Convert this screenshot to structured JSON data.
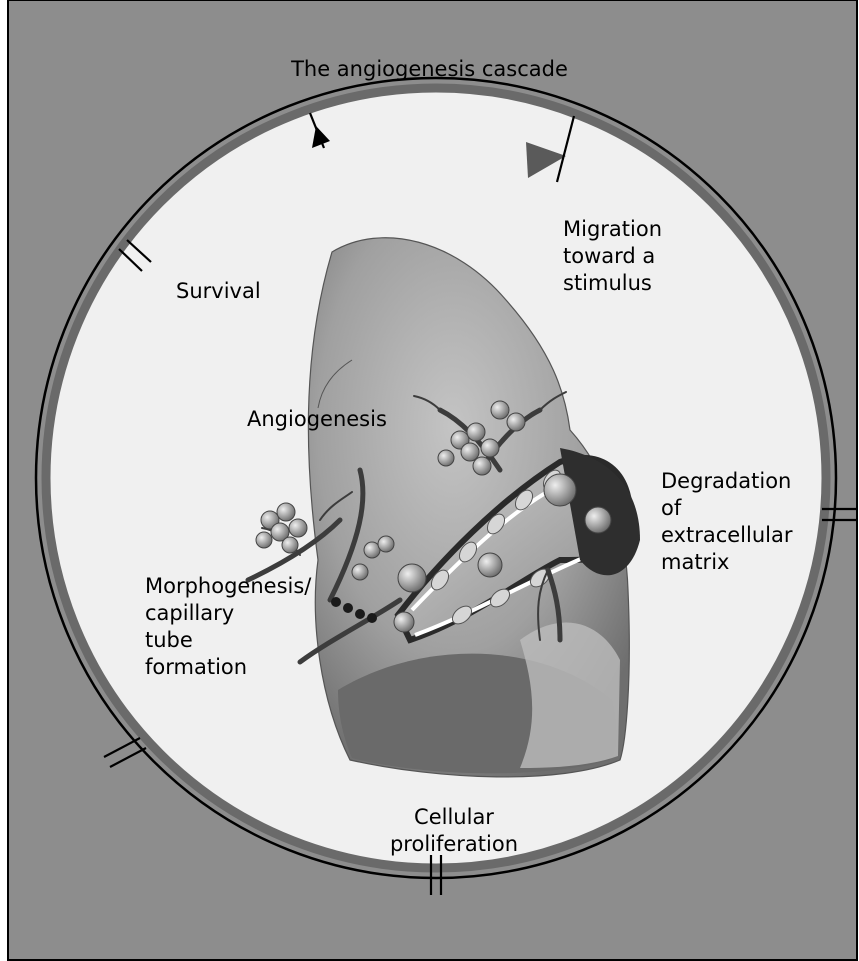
{
  "title": "The angiogenesis cascade",
  "colors": {
    "background": "#8d8d8d",
    "circle_fill": "#f0f0f0",
    "ring": "#6a6a6a",
    "tissue": "#a5a5a5",
    "vessel": "#3a3a3a"
  },
  "stages": {
    "survival": "Survival",
    "migration": "Migration\ntoward a\nstimulus",
    "center": "Angiogenesis",
    "degradation": "Degradation\nof\nextracellular\nmatrix",
    "morphogenesis": "Morphogenesis/\ncapillary\ntube\nformation",
    "proliferation": "Cellular\nproliferation"
  },
  "icons": {
    "cycle_arrow": "arrow-head-icon",
    "stage_divider": "divider-tick-icon"
  }
}
